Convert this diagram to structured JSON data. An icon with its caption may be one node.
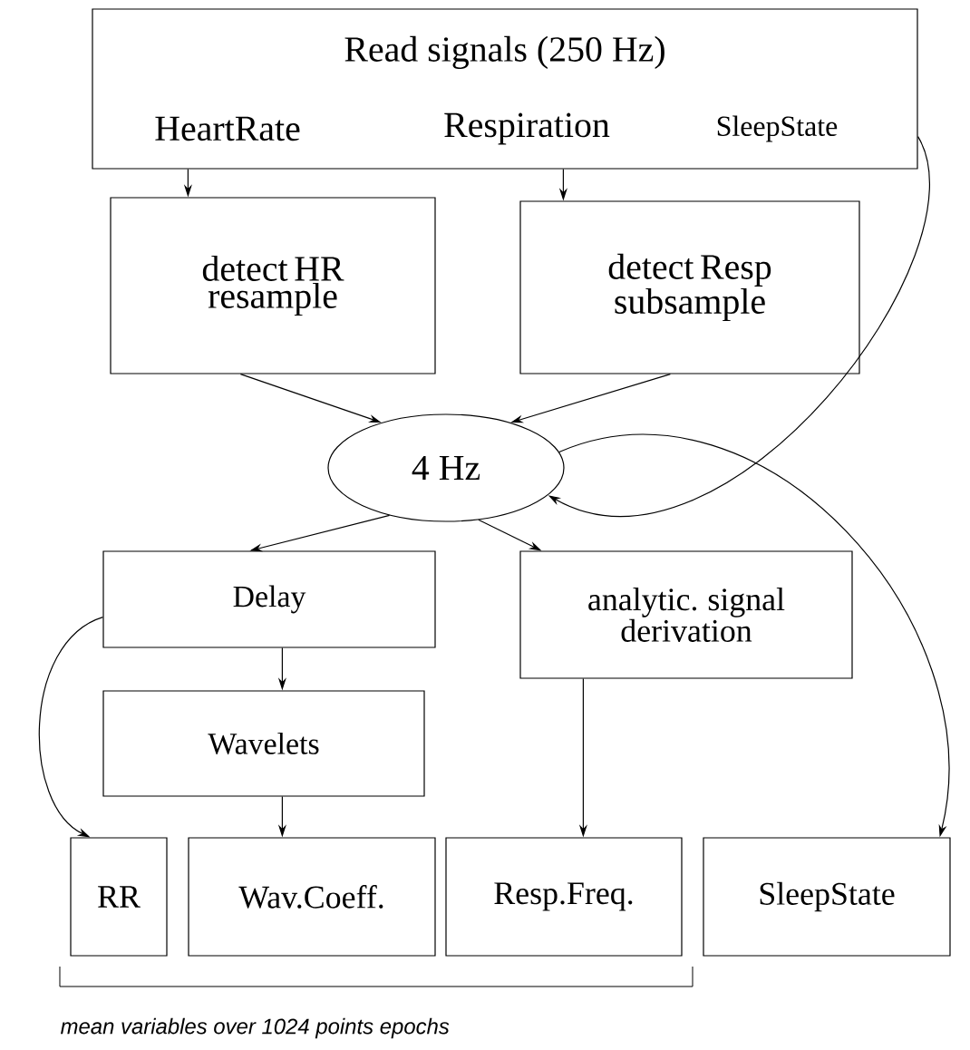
{
  "diagram": {
    "nodes": [
      {
        "text": [
          "Read signals (250 Hz)",
          "HeartRate",
          "Respiration",
          "SleepState"
        ]
      },
      {
        "text": [
          "detect HR resample"
        ]
      },
      {
        "text": [
          "detect Resp subsample"
        ]
      },
      {
        "text": [
          "4 Hz"
        ]
      },
      {
        "text": [
          "Delay"
        ]
      },
      {
        "text": [
          "analytic. signal derivation"
        ]
      },
      {
        "text": [
          "Wavelets"
        ]
      },
      {
        "text": [
          "RR"
        ]
      },
      {
        "text": [
          "Wav.Coeff."
        ]
      },
      {
        "text": [
          "Resp.Freq."
        ]
      },
      {
        "text": [
          "SleepState"
        ]
      }
    ],
    "edges": [
      {
        "from": 0,
        "to": 1,
        "arrow": "to"
      },
      {
        "from": 0,
        "to": 2,
        "arrow": "to"
      },
      {
        "from": 1,
        "to": 3,
        "arrow": "to"
      },
      {
        "from": 2,
        "to": 3,
        "arrow": "to"
      },
      {
        "from": 0,
        "to": 3,
        "arrow": "to"
      },
      {
        "from": 3,
        "to": 10,
        "arrow": "to"
      },
      {
        "from": 3,
        "to": 4,
        "arrow": "to"
      },
      {
        "from": 3,
        "to": 5,
        "arrow": "to"
      },
      {
        "from": 4,
        "to": 6,
        "arrow": "to"
      },
      {
        "from": 4,
        "to": 7,
        "arrow": "to"
      },
      {
        "from": 6,
        "to": 8,
        "arrow": "to"
      },
      {
        "from": 5,
        "to": 9,
        "arrow": "to"
      }
    ],
    "labels": [
      "mean variables over 1024 points epochs"
    ]
  }
}
